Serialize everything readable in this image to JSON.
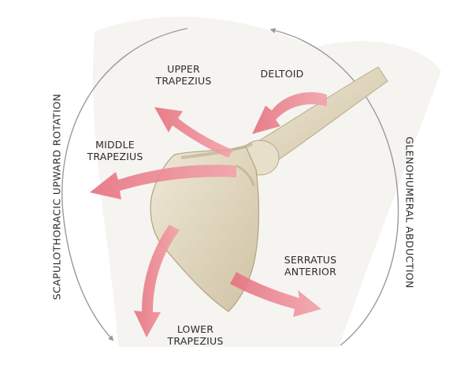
{
  "labels": {
    "upper_trapezius": [
      "UPPER",
      "TRAPEZIUS"
    ],
    "deltoid": "DELTOID",
    "middle_trapezius": [
      "MIDDLE",
      "TRAPEZIUS"
    ],
    "serratus_anterior": [
      "SERRATUS",
      "ANTERIOR"
    ],
    "lower_trapezius": [
      "LOWER",
      "TRAPEZIUS"
    ],
    "left_arc": "SCAPULOTHORACIC UPWARD ROTATION",
    "right_arc": "GLENOHUMERAL ABDUCTION"
  },
  "colors": {
    "muscle": "#e97f8a",
    "muscle_dark": "#d45f6c",
    "bone": "#e4dcc6",
    "bone_shadow": "#b7aa8a",
    "arc": "#9a9a9a",
    "skin": "#ede8df"
  }
}
